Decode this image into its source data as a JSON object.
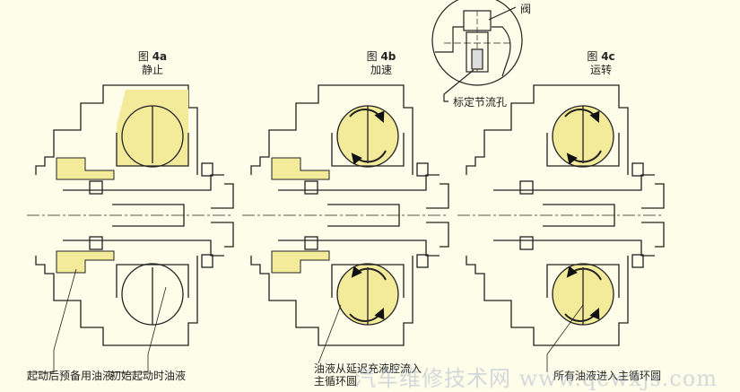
{
  "figures": [
    {
      "id": "4a",
      "fig_label": "图",
      "fig_num": "4a",
      "state": "静止"
    },
    {
      "id": "4b",
      "fig_label": "图",
      "fig_num": "4b",
      "state": "加速"
    },
    {
      "id": "4c",
      "fig_label": "图",
      "fig_num": "4c",
      "state": "运转"
    }
  ],
  "detail": {
    "valve": "阀",
    "orifice": "标定节流孔"
  },
  "annotations": {
    "standby_oil": "起动后预备用油液",
    "initial_oil": "初始起动时油液",
    "delay_flow_1": "油液从延迟充液腔流入",
    "delay_flow_2": "主循环圆",
    "all_oil": "所有油液进入主循环圆"
  },
  "watermark": "汽车维修技术网 www.qcwxjs.com",
  "colors": {
    "oil": "#f3ea9a",
    "line": "#222222",
    "background": "#fdfde9"
  }
}
